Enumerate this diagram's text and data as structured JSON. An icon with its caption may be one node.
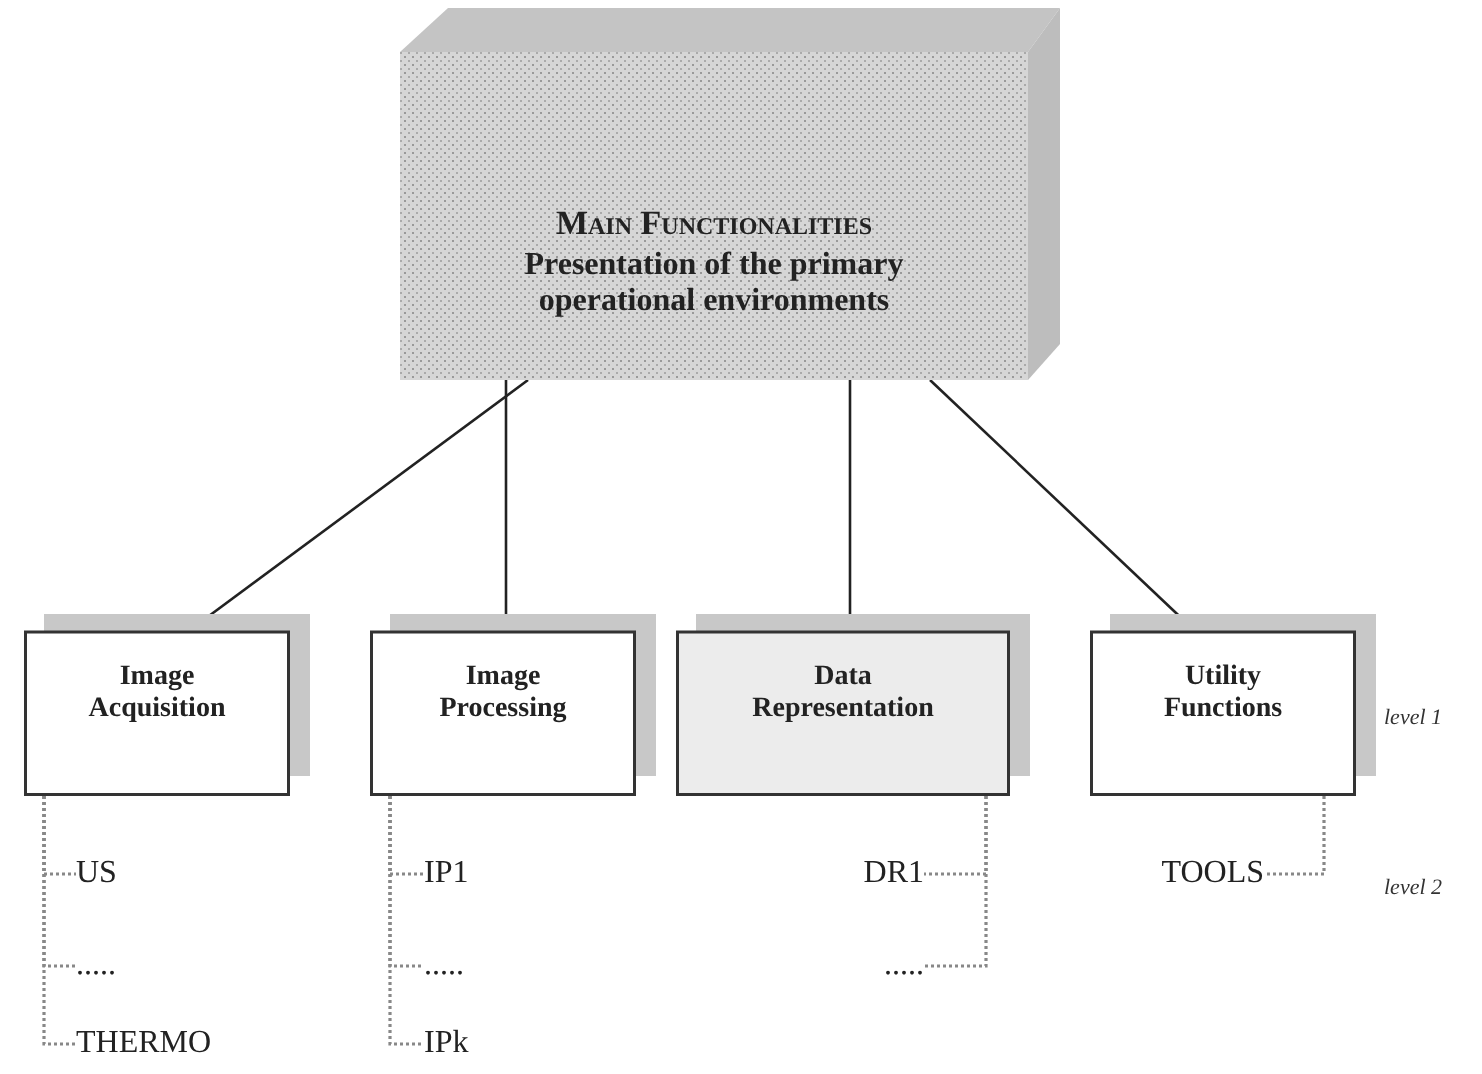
{
  "diagram": {
    "nodes": [
      {
        "text": [
          "Main Functionalities",
          "Presentation of the primary operational environments"
        ]
      },
      {
        "text": [
          "Image Acquisition"
        ]
      },
      {
        "text": [
          "Image Processing"
        ]
      },
      {
        "text": [
          "Data Representation"
        ]
      },
      {
        "text": [
          "Utility Functions"
        ]
      },
      {
        "text": [
          "US"
        ]
      },
      {
        "text": [
          "....."
        ]
      },
      {
        "text": [
          "THERMO"
        ]
      },
      {
        "text": [
          "IP1"
        ]
      },
      {
        "text": [
          "....."
        ]
      },
      {
        "text": [
          "IPk"
        ]
      },
      {
        "text": [
          "DR1"
        ]
      },
      {
        "text": [
          "....."
        ]
      },
      {
        "text": [
          "TOOLS"
        ]
      }
    ],
    "edges": [
      {
        "from": 0,
        "to": 1,
        "arrow": "none",
        "color": "#222222"
      },
      {
        "from": 0,
        "to": 2,
        "arrow": "none",
        "color": "#222222"
      },
      {
        "from": 0,
        "to": 3,
        "arrow": "none",
        "color": "#222222"
      },
      {
        "from": 0,
        "to": 4,
        "arrow": "none",
        "color": "#222222"
      },
      {
        "from": 1,
        "to": 5,
        "arrow": "none",
        "style": "dashed"
      },
      {
        "from": 1,
        "to": 6,
        "arrow": "none",
        "style": "dashed"
      },
      {
        "from": 1,
        "to": 7,
        "arrow": "none",
        "style": "dashed"
      },
      {
        "from": 2,
        "to": 8,
        "arrow": "none",
        "style": "dashed"
      },
      {
        "from": 2,
        "to": 9,
        "arrow": "none",
        "style": "dashed"
      },
      {
        "from": 2,
        "to": 10,
        "arrow": "none",
        "style": "dashed"
      },
      {
        "from": 3,
        "to": 11,
        "arrow": "none",
        "style": "dashed"
      },
      {
        "from": 3,
        "to": 12,
        "arrow": "none",
        "style": "dashed"
      },
      {
        "from": 4,
        "to": 13,
        "arrow": "none",
        "style": "dashed"
      }
    ],
    "labels": [
      "level 1",
      "level 2"
    ]
  }
}
